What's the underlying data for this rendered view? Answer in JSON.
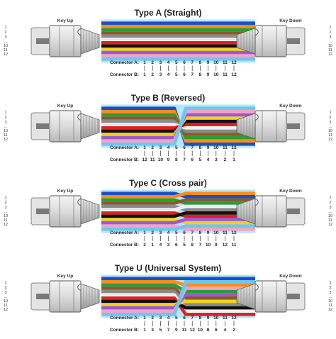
{
  "fiber_colors": [
    "#1d4fc4",
    "#ff8c1a",
    "#2a9d3a",
    "#8b5a2b",
    "#8a8a8a",
    "#f4f4f4",
    "#e02020",
    "#111111",
    "#f2d21b",
    "#9b59d0",
    "#f2a3c8",
    "#6ec6f0"
  ],
  "sheath_color": "#7fd1f5",
  "side_pin_labels": [
    "1",
    "2",
    "3",
    "...",
    "10",
    "11",
    "12"
  ],
  "panels": [
    {
      "title": "Type A (Straight)",
      "key_left": "Key Up",
      "key_right": "Key Down",
      "label_a": "Connector A:",
      "label_b": "Connector B:",
      "connector_a": [
        "1",
        "2",
        "3",
        "4",
        "5",
        "6",
        "7",
        "8",
        "9",
        "10",
        "11",
        "12"
      ],
      "connector_b": [
        "1",
        "2",
        "3",
        "4",
        "5",
        "6",
        "7",
        "8",
        "9",
        "10",
        "11",
        "12"
      ],
      "mapping": [
        1,
        2,
        3,
        4,
        5,
        6,
        7,
        8,
        9,
        10,
        11,
        12
      ]
    },
    {
      "title": "Type B (Reversed)",
      "key_left": "Key Up",
      "key_right": "Key Down",
      "label_a": "Connector A:",
      "label_b": "Connector B:",
      "connector_a": [
        "1",
        "2",
        "3",
        "4",
        "5",
        "6",
        "7",
        "8",
        "9",
        "10",
        "11",
        "12"
      ],
      "connector_b": [
        "12",
        "11",
        "10",
        "9",
        "8",
        "7",
        "6",
        "5",
        "4",
        "3",
        "2",
        "1"
      ],
      "mapping": [
        12,
        11,
        10,
        9,
        8,
        7,
        6,
        5,
        4,
        3,
        2,
        1
      ]
    },
    {
      "title": "Type C (Cross pair)",
      "key_left": "Key Up",
      "key_right": "Key Down",
      "label_a": "Connector A:",
      "label_b": "Connector B:",
      "connector_a": [
        "1",
        "2",
        "3",
        "4",
        "5",
        "6",
        "7",
        "8",
        "9",
        "10",
        "11",
        "12"
      ],
      "connector_b": [
        "2",
        "1",
        "4",
        "3",
        "6",
        "5",
        "8",
        "7",
        "10",
        "9",
        "12",
        "11"
      ],
      "mapping": [
        2,
        1,
        4,
        3,
        6,
        5,
        8,
        7,
        10,
        9,
        12,
        11
      ]
    },
    {
      "title": "Type U (Universal System)",
      "key_left": "Key Up",
      "key_right": "Key Down",
      "label_a": "Connector A:",
      "label_b": "Connector B:",
      "connector_a": [
        "1",
        "2",
        "3",
        "4",
        "5",
        "6",
        "7",
        "8",
        "9",
        "10",
        "11",
        "12"
      ],
      "connector_b": [
        "1",
        "3",
        "5",
        "7",
        "9",
        "11",
        "12",
        "10",
        "8",
        "6",
        "4",
        "2"
      ],
      "mapping": [
        1,
        3,
        5,
        7,
        9,
        11,
        12,
        10,
        8,
        6,
        4,
        2
      ]
    }
  ]
}
